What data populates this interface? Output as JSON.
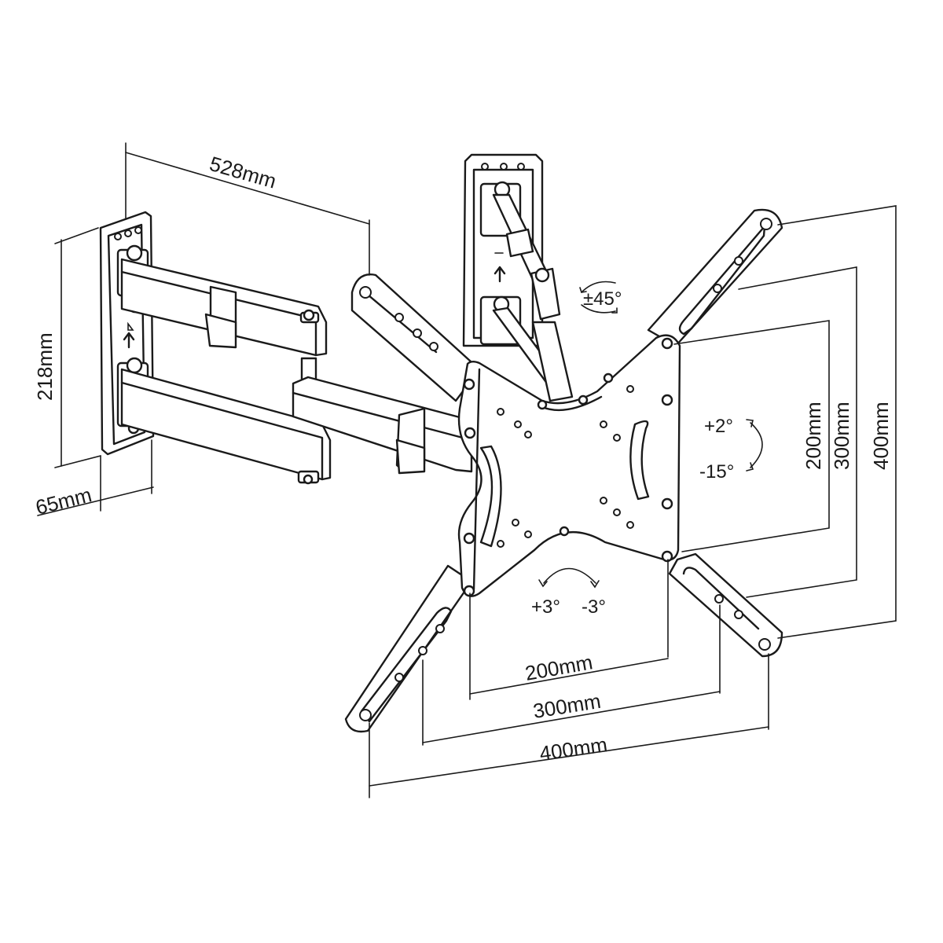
{
  "dimensions": {
    "arm_extension": "528mm",
    "wall_plate_height": "218mm",
    "wall_profile": "65mm",
    "vesa_horizontal": [
      "200mm",
      "300mm",
      "400mm"
    ],
    "vesa_vertical": [
      "200mm",
      "300mm",
      "400mm"
    ]
  },
  "angles": {
    "swivel": "±45°",
    "tilt_up": "+2°",
    "tilt_down": "-15°",
    "level_plus": "+3°",
    "level_minus": "-3°"
  }
}
